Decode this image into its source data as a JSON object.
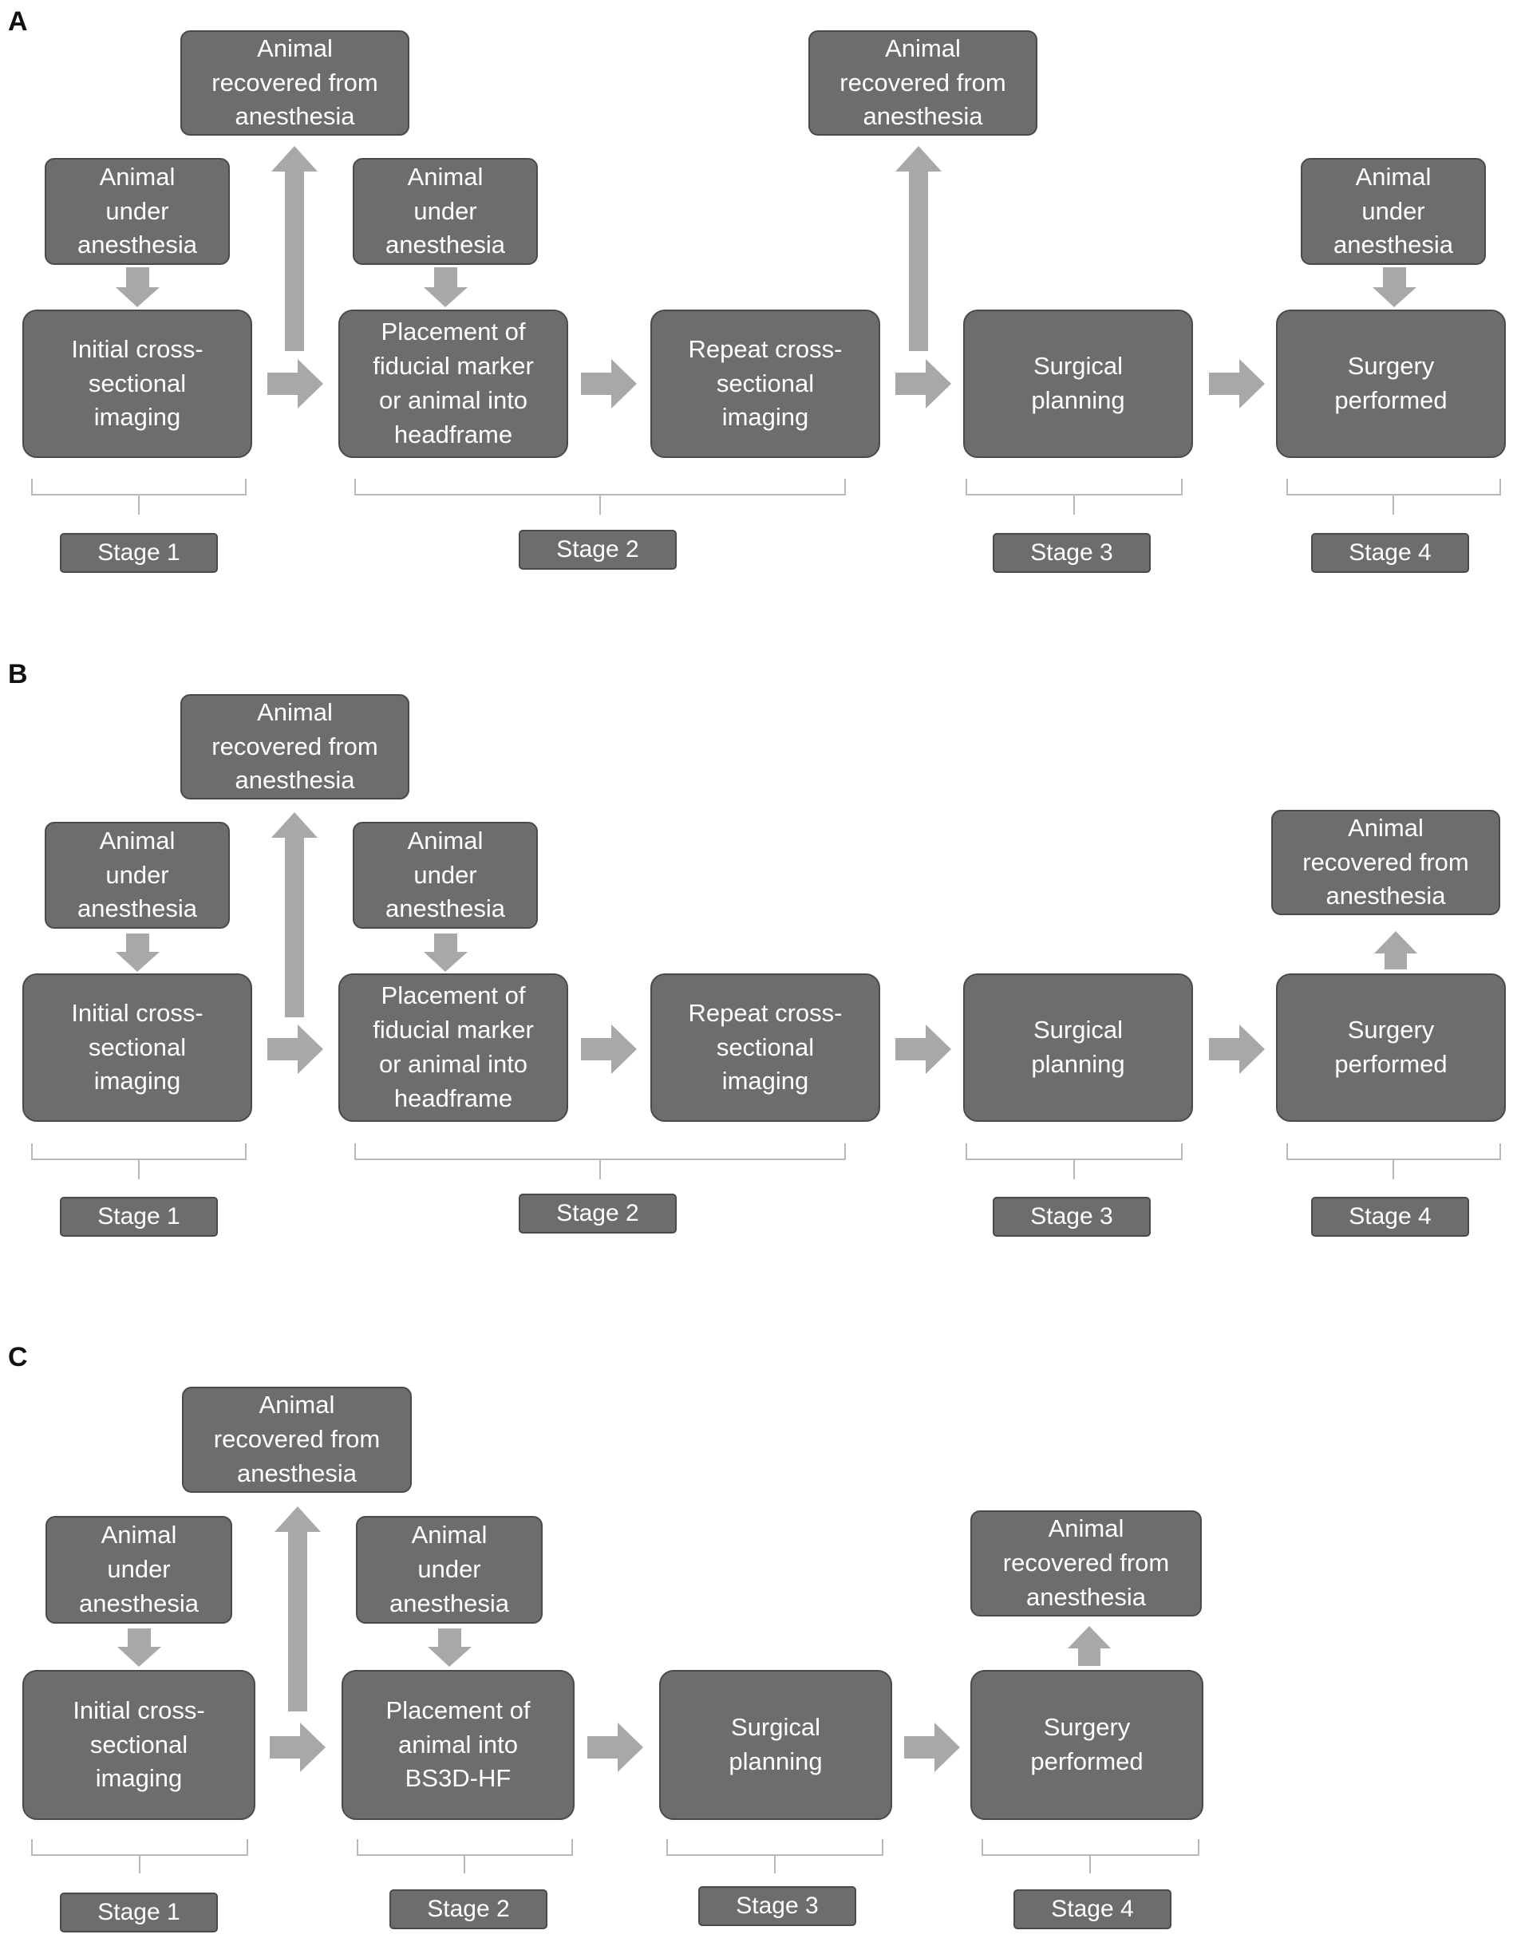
{
  "colors": {
    "box_fill": "#6d6d6d",
    "box_border": "#4a4a4a",
    "arrow": "#a8a8a8",
    "bracket": "#b8b8b8",
    "text": "#ffffff"
  },
  "panels": [
    {
      "letter": "A",
      "boxes": {
        "recovered1": "Animal\nrecovered from\nanesthesia",
        "recovered2": "Animal\nrecovered from\nanesthesia",
        "anesthesia1": "Animal\nunder\nanesthesia",
        "anesthesia2": "Animal\nunder\nanesthesia",
        "anesthesia3": "Animal\nunder\nanesthesia",
        "initial": "Initial cross-\nsectional\nimaging",
        "placement": "Placement of\nfiducial marker\nor animal into\nheadframe",
        "repeat": "Repeat cross-\nsectional\nimaging",
        "planning": "Surgical\nplanning",
        "surgery": "Surgery\nperformed"
      },
      "stages": [
        "Stage 1",
        "Stage 2",
        "Stage 3",
        "Stage 4"
      ]
    },
    {
      "letter": "B",
      "boxes": {
        "recovered1": "Animal\nrecovered from\nanesthesia",
        "recovered2": "Animal\nrecovered from\nanesthesia",
        "anesthesia1": "Animal\nunder\nanesthesia",
        "anesthesia2": "Animal\nunder\nanesthesia",
        "initial": "Initial cross-\nsectional\nimaging",
        "placement": "Placement of\nfiducial marker\nor animal into\nheadframe",
        "repeat": "Repeat cross-\nsectional\nimaging",
        "planning": "Surgical\nplanning",
        "surgery": "Surgery\nperformed"
      },
      "stages": [
        "Stage 1",
        "Stage 2",
        "Stage 3",
        "Stage 4"
      ]
    },
    {
      "letter": "C",
      "boxes": {
        "recovered1": "Animal\nrecovered from\nanesthesia",
        "recovered2": "Animal\nrecovered from\nanesthesia",
        "anesthesia1": "Animal\nunder\nanesthesia",
        "anesthesia2": "Animal\nunder\nanesthesia",
        "initial": "Initial cross-\nsectional\nimaging",
        "placement": "Placement of\nanimal into\nBS3D-HF",
        "planning": "Surgical\nplanning",
        "surgery": "Surgery\nperformed"
      },
      "stages": [
        "Stage 1",
        "Stage 2",
        "Stage 3",
        "Stage 4"
      ]
    }
  ]
}
